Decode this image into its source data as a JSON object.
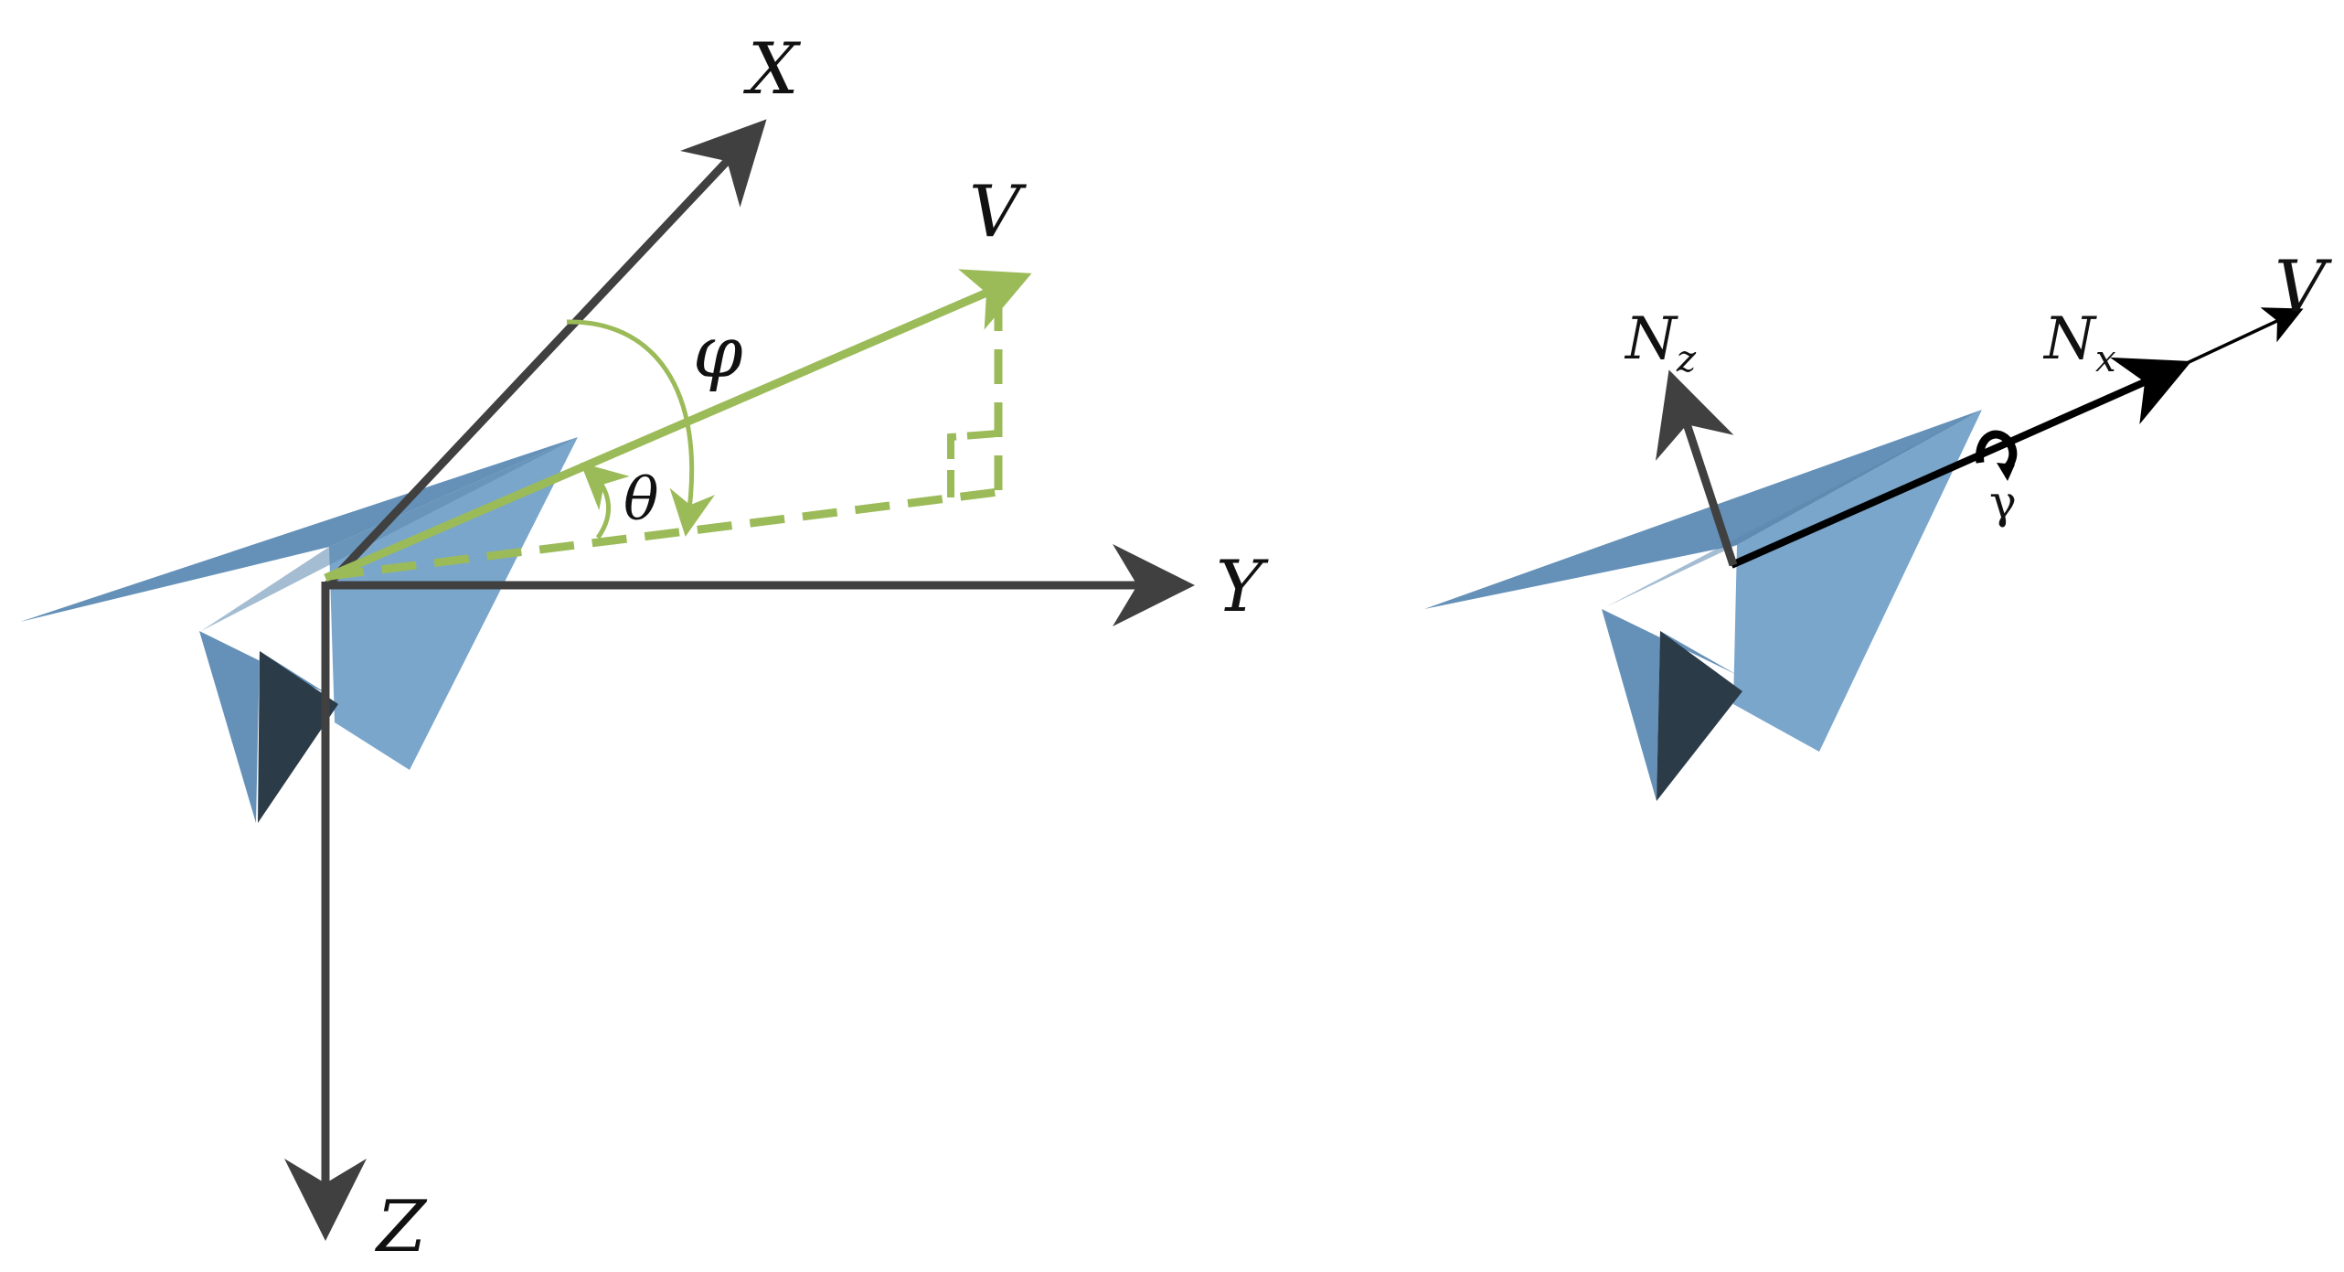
{
  "colors": {
    "background": "#ffffff",
    "axis": "#404040",
    "velocity": "#9bbb59",
    "plane_light": "#7aa6cc",
    "plane_mid": "#6591b8",
    "plane_dark": "#2b3b48",
    "force": "#000000"
  },
  "left_diagram": {
    "axes": {
      "x_label": "X",
      "y_label": "Y",
      "z_label": "Z"
    },
    "velocity_label": "V",
    "angles": {
      "heading": "φ",
      "pitch": "θ"
    }
  },
  "right_diagram": {
    "velocity_label": "V",
    "normal_z": {
      "main": "N",
      "sub": "z"
    },
    "normal_x": {
      "main": "N",
      "sub": "x"
    },
    "roll_angle": "γ"
  }
}
